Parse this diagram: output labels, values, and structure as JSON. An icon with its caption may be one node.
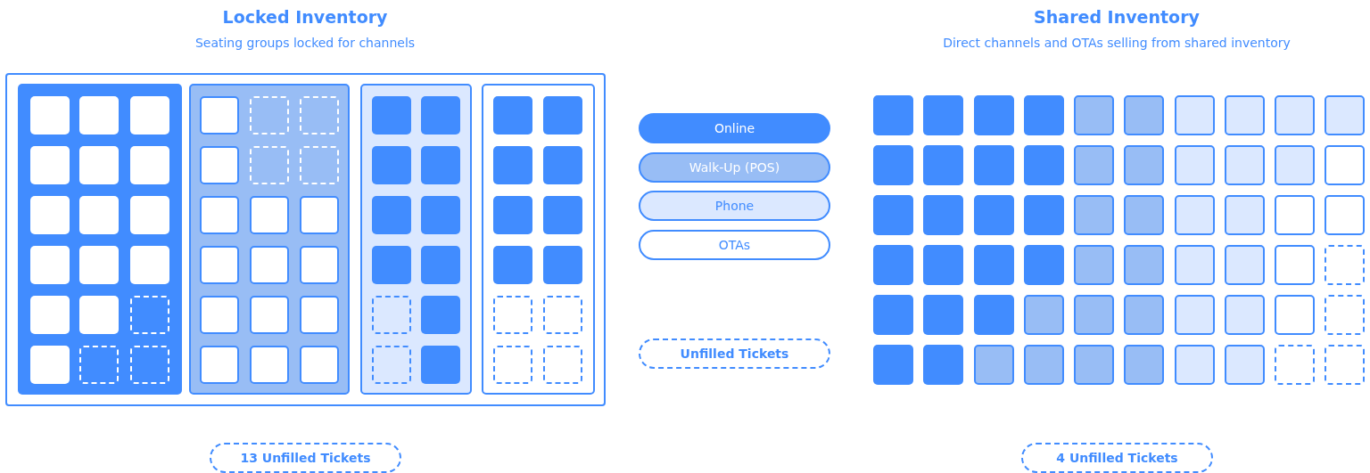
{
  "diagram": {
    "nodes": [
      {
        "text": [
          "13 Unfilled Tickets"
        ]
      },
      {
        "text": [
          "4 Unfilled Tickets"
        ]
      }
    ],
    "labels": [
      "Locked Inventory",
      "Seating groups locked for channels",
      "Shared Inventory",
      "Direct channels and OTAs selling from shared inventory"
    ],
    "legend": [
      {
        "text": "Online",
        "color": "#418cff"
      },
      {
        "text": "Walk-Up (POS)",
        "color": "#98bdf5"
      },
      {
        "text": "Phone",
        "color": "#dbe8ff"
      },
      {
        "text": "OTAs",
        "color": "#ffffff"
      },
      {
        "text": "Unfilled Tickets"
      }
    ]
  }
}
